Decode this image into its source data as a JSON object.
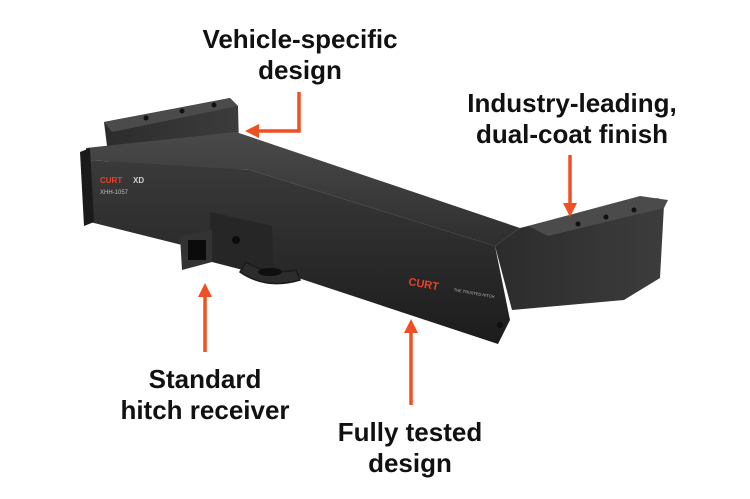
{
  "callouts": {
    "vehicle_specific": {
      "line1": "Vehicle-specific",
      "line2": "design"
    },
    "industry_leading": {
      "line1": "Industry-leading,",
      "line2": "dual-coat finish"
    },
    "standard_receiver": {
      "line1": "Standard",
      "line2": "hitch receiver"
    },
    "fully_tested": {
      "line1": "Fully tested",
      "line2": "design"
    }
  },
  "brand": {
    "logo_text": "CURT",
    "badge_text": "XD",
    "part_number": "XHH-1057",
    "tagline": "THE TRUSTED HITCH"
  },
  "colors": {
    "arrow": "#f04e23",
    "text": "#111111",
    "hitch_body": "#2a2a2a",
    "logo_accent": "#e8422b"
  }
}
